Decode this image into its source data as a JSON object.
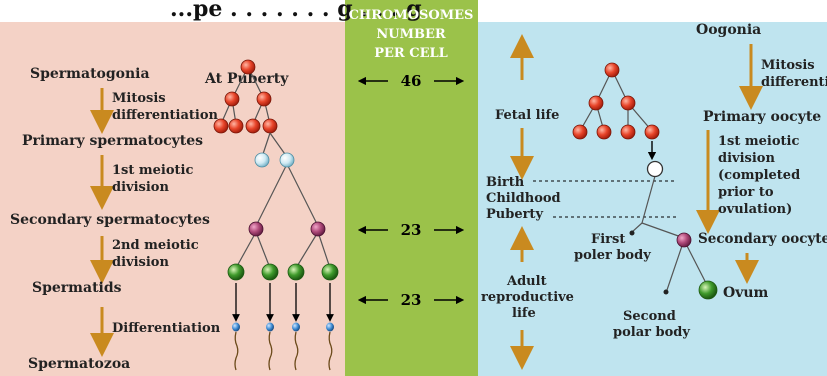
{
  "header": {
    "title": "...pe . . . . . . . g . . . g"
  },
  "colors": {
    "left_panel": "#f4d2c6",
    "center_panel": "#9bc24a",
    "right_panel": "#bfe4ef",
    "arrow": "#c98a1f",
    "oogonia_cell": "#e8452a",
    "spermatogonia_cell": "#e8452a",
    "primary_cell": "#cfeaf3",
    "secondary_cell": "#b04a7a",
    "spermatid_cell": "#3f9a2b",
    "spermatozoa_head": "#3d8bd3"
  },
  "left": {
    "at_puberty": "At Puberty",
    "spermatogonia": "Spermatogonia",
    "mitosis_1": "Mitosis",
    "mitosis_2": "differentiation",
    "primary": "Primary spermatocytes",
    "meiotic1_1": "1st meiotic",
    "meiotic1_2": "division",
    "secondary": "Secondary spermatocytes",
    "meiotic2_1": "2nd meiotic",
    "meiotic2_2": "division",
    "spermatids": "Spermatids",
    "differentiation": "Differentiation",
    "spermatozoa": "Spermatozoa"
  },
  "center": {
    "title_1": "CHROMOSOMES",
    "title_2": "NUMBER",
    "title_3": "PER CELL",
    "n1": "46",
    "n2": "23",
    "n3": "23"
  },
  "right": {
    "oogonia": "Oogonia",
    "mitosis_1": "Mitosis",
    "mitosis_2": "differentiation",
    "primary_oocyte": "Primary oocyte",
    "fetal_life": "Fetal life",
    "birth": "Birth",
    "childhood": "Childhood",
    "puberty": "Puberty",
    "meiotic_1": "1st meiotic",
    "meiotic_2": "division",
    "meiotic_3": "(completed",
    "meiotic_4": "prior to",
    "meiotic_5": "ovulation)",
    "first_polar_1": "First",
    "first_polar_2": "poler body",
    "secondary_oocyte": "Secondary oocyte",
    "adult_1": "Adult",
    "adult_2": "reproductive",
    "adult_3": "life",
    "second_polar_1": "Second",
    "second_polar_2": "polar body",
    "ovum": "Ovum"
  }
}
